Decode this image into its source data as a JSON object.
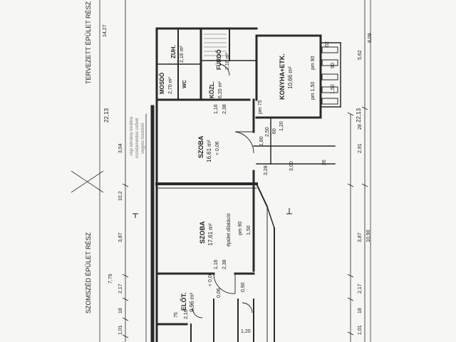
{
  "sheet": {
    "planned_part": "TERVEZETT ÉPÜLET RÉSZ",
    "neighbor_part": "SZOMSZÉD ÉPÜLET RÉSZ"
  },
  "rooms": {
    "konyha": {
      "name": "KONYHA+ETK.",
      "area": "10,66 m²"
    },
    "szoba_upper": {
      "name": "SZOBA",
      "area": "16,61 m²",
      "level": "+ 0,06"
    },
    "szoba_lower": {
      "name": "SZOBA",
      "area": "17,61 m²"
    },
    "eloter": {
      "name": "ELŐT.",
      "area": "9,96 m²"
    },
    "kozl": {
      "name": "KÖZL.",
      "area": "6,20 m²"
    },
    "furdo": {
      "name": "FÜRDŐ",
      "area": "2,16 m²"
    },
    "zuh": {
      "name": "ZUH.",
      "area": "2,16 m²"
    },
    "mosdo": {
      "name": "MOSDÓ",
      "area": "2,70 m²"
    },
    "wc": {
      "name": "WC"
    }
  },
  "notes": {
    "chimney": [
      "régi kémény kiváltva",
      "rozsdamentes csővel",
      "vegyes tüzelésű"
    ],
    "wall_opening": "épület dilatáció",
    "level_lower": "+ 0,06"
  },
  "dims": {
    "right_total": "22,13",
    "left_total": "22,13",
    "top_a": "14,27",
    "right_a": "8,08",
    "right_b": "5,62",
    "right_c": "2,91",
    "right_d": "3,87",
    "right_e": "10,90",
    "right_f": "2,17",
    "right_g": "1,01",
    "right_h": "18",
    "right_i": "28",
    "left_a": "3,04",
    "left_b": "3,87",
    "left_c": "7,79",
    "left_d": "2,17",
    "left_e": "1,01",
    "left_f": "18",
    "left_g": "10,2",
    "door_a": "1,16",
    "door_b": "2,38",
    "door_c": "1,80",
    "door_d": "2,50",
    "door_e": "1,20",
    "door_f": "60",
    "door_g": "3,00",
    "door_h": "3,28",
    "door_i": "2,38",
    "door_j": "1,16",
    "door_k": "1,50",
    "door_l": "pm 90",
    "door_m": "0,90",
    "door_n": "75",
    "door_o": "2,16",
    "door_p": "1,20",
    "door_q": "pm 75",
    "win_a": "02",
    "win_b": "90",
    "win_c": "1,50",
    "win_d": "pm 1,50",
    "win_e": "pm 90",
    "win_f": "0,06",
    "win_g": "26"
  },
  "colors": {
    "ink": "#1c1c1c",
    "paper": "#f6f6f4",
    "wall": "#2a2a2a"
  }
}
